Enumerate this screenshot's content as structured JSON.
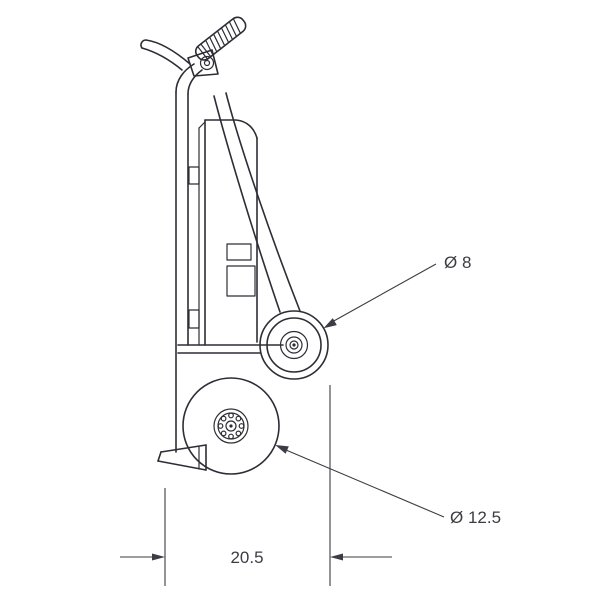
{
  "drawing": {
    "type": "technical-line-drawing",
    "subject": "hand-truck-side-view",
    "annotations": {
      "small_wheel_dia": "Ø 8",
      "large_wheel_dia": "Ø 12.5",
      "base_width": "20.5"
    },
    "colors": {
      "line": "#2d2d35",
      "dimension": "#3c3c44",
      "background": "#ffffff"
    }
  }
}
